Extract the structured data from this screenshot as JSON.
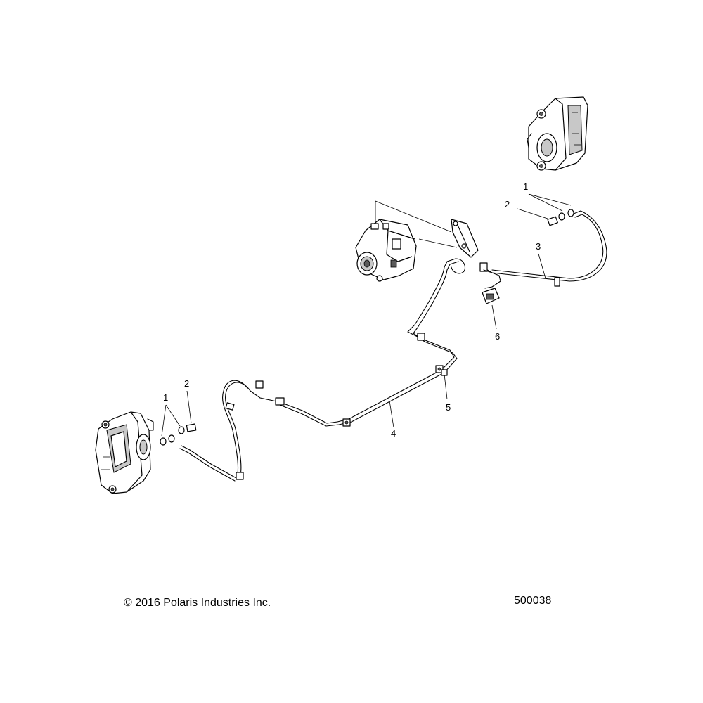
{
  "footer": {
    "copyright": "© 2016 Polaris Industries Inc.",
    "diagram_number": "500038"
  },
  "callouts": {
    "right_1": "1",
    "right_2": "2",
    "right_3": "3",
    "left_1": "1",
    "left_2": "2",
    "label_4": "4",
    "label_5": "5",
    "label_6": "6"
  },
  "parts": [
    "brake-caliper",
    "abs-module",
    "brake-line",
    "brake-hose",
    "banjo-bolt",
    "sealing-washer",
    "line-clip",
    "line-bracket"
  ]
}
